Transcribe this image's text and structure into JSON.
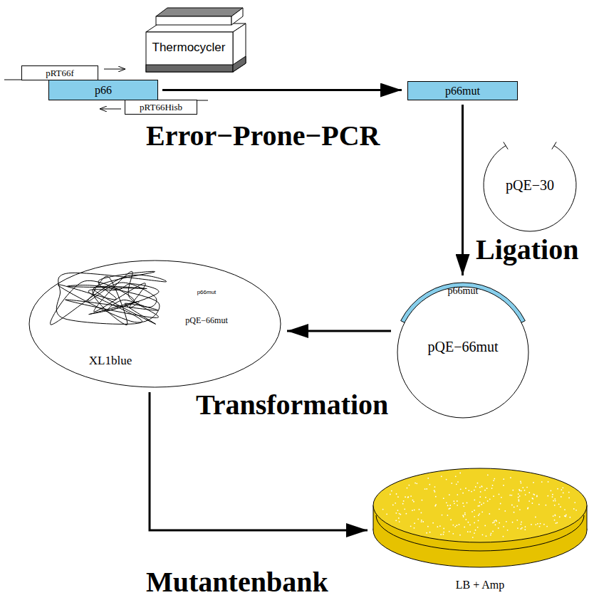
{
  "diagram": {
    "nodes": [
      {
        "text": [
          "pRT66f"
        ]
      },
      {
        "text": [
          "p66"
        ]
      },
      {
        "text": [
          "pRT66Hisb"
        ]
      },
      {
        "text": [
          "Thermocycler"
        ]
      },
      {
        "text": [
          "p66mut"
        ]
      },
      {
        "text": [
          "pQE−30"
        ]
      },
      {
        "text": [
          "pQE−66mut"
        ]
      },
      {
        "text": [
          "p66mut"
        ],
        "in": 6
      },
      {
        "text": [
          "XL1blue"
        ]
      },
      {
        "text": [
          "pQE−66mut"
        ],
        "in": 8
      },
      {
        "text": [
          "p66mut"
        ],
        "in": 9
      },
      {
        "text": [
          "LB + Amp"
        ]
      }
    ],
    "edges": [
      {
        "from": 1,
        "to": 4,
        "arrow": "to",
        "label": "Error−Prone−PCR"
      },
      {
        "from": 4,
        "to": 6,
        "arrow": "to",
        "label": "Ligation"
      },
      {
        "from": 6,
        "to": 8,
        "arrow": "to",
        "label": "Transformation"
      },
      {
        "from": 8,
        "to": 11,
        "arrow": "to",
        "label": "Mutantenbank"
      }
    ]
  }
}
